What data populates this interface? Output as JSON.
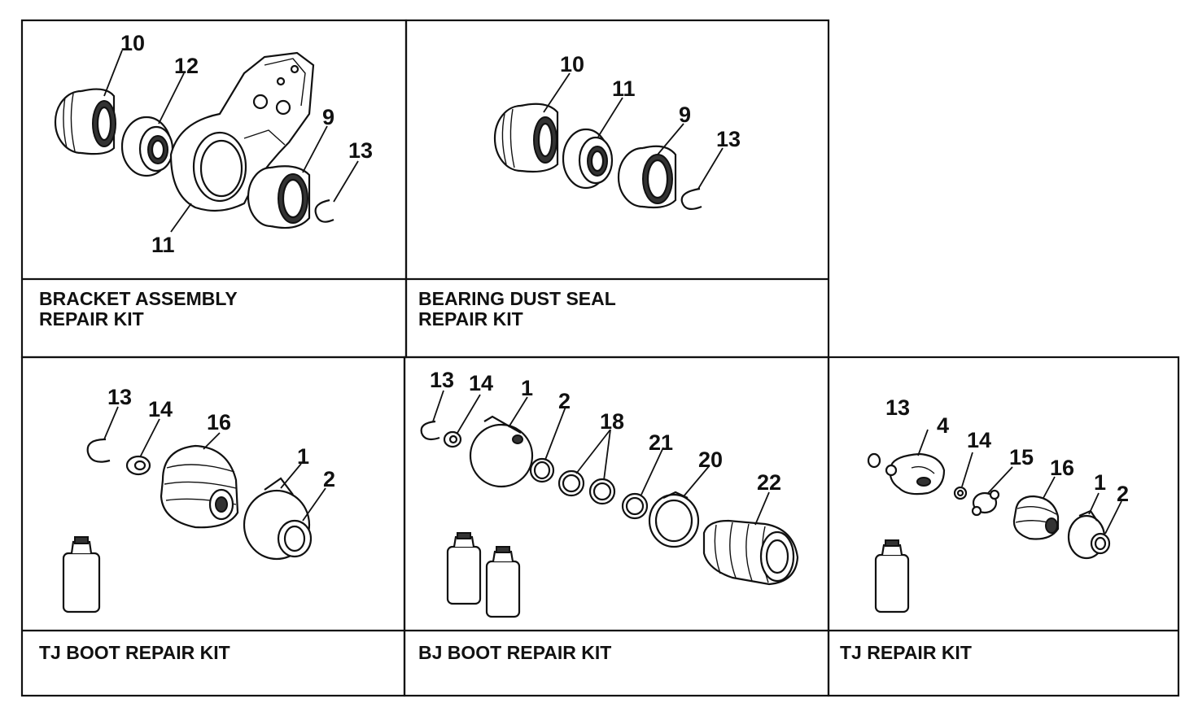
{
  "panels": [
    {
      "id": "bracket-assembly",
      "title_lines": [
        "BRACKET ASSEMBLY",
        "REPAIR KIT"
      ],
      "callouts": [
        "10",
        "12",
        "9",
        "13",
        "11"
      ]
    },
    {
      "id": "bearing-dust-seal",
      "title_lines": [
        "BEARING DUST SEAL",
        "REPAIR KIT"
      ],
      "callouts": [
        "10",
        "11",
        "9",
        "13"
      ]
    },
    {
      "id": "tj-boot",
      "title_lines": [
        "TJ BOOT REPAIR KIT"
      ],
      "callouts": [
        "13",
        "14",
        "16",
        "1",
        "2"
      ]
    },
    {
      "id": "bj-boot",
      "title_lines": [
        "BJ BOOT REPAIR KIT"
      ],
      "callouts": [
        "13",
        "14",
        "1",
        "2",
        "18",
        "21",
        "20",
        "22"
      ]
    },
    {
      "id": "tj-repair",
      "title_lines": [
        "TJ REPAIR KIT"
      ],
      "callouts": [
        "13",
        "4",
        "14",
        "15",
        "16",
        "1",
        "2"
      ]
    }
  ]
}
